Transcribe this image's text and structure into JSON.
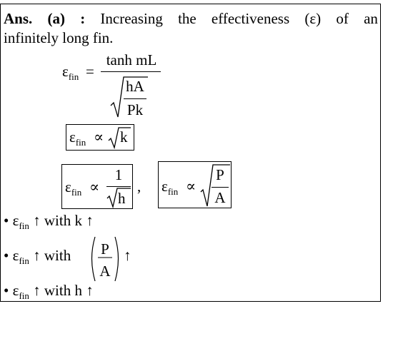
{
  "answer": {
    "prefix": "Ans.",
    "option": "(a)",
    "colon": ":",
    "statement_words": [
      "Increasing",
      "the",
      "effectiveness",
      "(ε)",
      "of",
      "an"
    ],
    "statement_line2": "infinitely long fin."
  },
  "equation": {
    "lhs_symbol": "ε",
    "lhs_subscript": "fin",
    "equals": "=",
    "numerator": "tanh mL",
    "radicand_numerator": "hA",
    "radicand_denominator": "Pk"
  },
  "proportionalities": {
    "symbol": "ε",
    "subscript": "fin",
    "proportional_sign": "∝",
    "p1_radicand": "k",
    "p2_numerator": "1",
    "p2_radicand": "h",
    "separator": ",",
    "p3_radicand_numerator": "P",
    "p3_radicand_denominator": "A"
  },
  "bullets": [
    {
      "bullet": "•",
      "symbol": "ε",
      "subscript": "fin",
      "arrow": "↑",
      "text": "with k",
      "arrow2": "↑"
    },
    {
      "bullet": "•",
      "symbol": "ε",
      "subscript": "fin",
      "arrow": "↑",
      "text": "with",
      "frac_num": "P",
      "frac_den": "A",
      "arrow2": "↑"
    },
    {
      "bullet": "•",
      "symbol": "ε",
      "subscript": "fin",
      "arrow": "↑",
      "text": "with h",
      "arrow2": "↑"
    }
  ]
}
